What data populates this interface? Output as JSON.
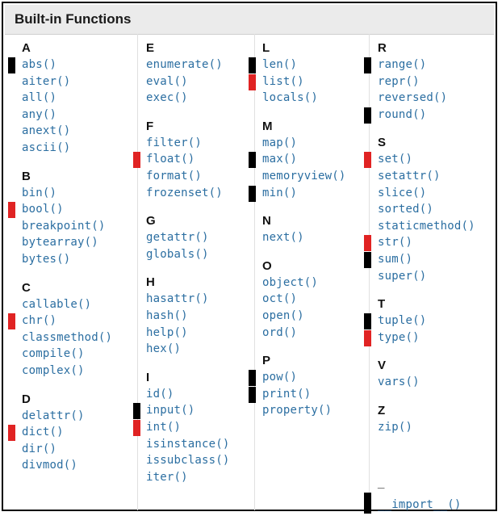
{
  "header": {
    "title": "Built-in Functions"
  },
  "colors": {
    "link": "#2b6ea1",
    "black_marker": "#000000",
    "red_marker": "#e02323"
  },
  "columns": [
    {
      "sections": [
        {
          "letter": "A",
          "items": [
            {
              "name": "abs()",
              "marker": "black"
            },
            {
              "name": "aiter()"
            },
            {
              "name": "all()"
            },
            {
              "name": "any()"
            },
            {
              "name": "anext()"
            },
            {
              "name": "ascii()"
            }
          ]
        },
        {
          "letter": "B",
          "items": [
            {
              "name": "bin()"
            },
            {
              "name": "bool()",
              "marker": "red"
            },
            {
              "name": "breakpoint()"
            },
            {
              "name": "bytearray()"
            },
            {
              "name": "bytes()"
            }
          ]
        },
        {
          "letter": "C",
          "items": [
            {
              "name": "callable()"
            },
            {
              "name": "chr()",
              "marker": "red"
            },
            {
              "name": "classmethod()"
            },
            {
              "name": "compile()"
            },
            {
              "name": "complex()"
            }
          ]
        },
        {
          "letter": "D",
          "items": [
            {
              "name": "delattr()"
            },
            {
              "name": "dict()",
              "marker": "red"
            },
            {
              "name": "dir()"
            },
            {
              "name": "divmod()"
            }
          ]
        }
      ]
    },
    {
      "sections": [
        {
          "letter": "E",
          "items": [
            {
              "name": "enumerate()"
            },
            {
              "name": "eval()"
            },
            {
              "name": "exec()"
            }
          ]
        },
        {
          "letter": "F",
          "items": [
            {
              "name": "filter()"
            },
            {
              "name": "float()",
              "marker": "red"
            },
            {
              "name": "format()"
            },
            {
              "name": "frozenset()"
            }
          ]
        },
        {
          "letter": "G",
          "items": [
            {
              "name": "getattr()"
            },
            {
              "name": "globals()"
            }
          ]
        },
        {
          "letter": "H",
          "items": [
            {
              "name": "hasattr()"
            },
            {
              "name": "hash()"
            },
            {
              "name": "help()"
            },
            {
              "name": "hex()"
            }
          ]
        },
        {
          "letter": "I",
          "items": [
            {
              "name": "id()"
            },
            {
              "name": "input()",
              "marker": "black"
            },
            {
              "name": "int()",
              "marker": "red"
            },
            {
              "name": "isinstance()"
            },
            {
              "name": "issubclass()"
            },
            {
              "name": "iter()"
            }
          ]
        }
      ]
    },
    {
      "sections": [
        {
          "letter": "L",
          "items": [
            {
              "name": "len()",
              "marker": "black"
            },
            {
              "name": "list()",
              "marker": "red"
            },
            {
              "name": "locals()"
            }
          ]
        },
        {
          "letter": "M",
          "items": [
            {
              "name": "map()"
            },
            {
              "name": "max()",
              "marker": "black"
            },
            {
              "name": "memoryview()"
            },
            {
              "name": "min()",
              "marker": "black"
            }
          ]
        },
        {
          "letter": "N",
          "items": [
            {
              "name": "next()"
            }
          ]
        },
        {
          "letter": "O",
          "items": [
            {
              "name": "object()"
            },
            {
              "name": "oct()"
            },
            {
              "name": "open()"
            },
            {
              "name": "ord()"
            }
          ]
        },
        {
          "letter": "P",
          "items": [
            {
              "name": "pow()",
              "marker": "black"
            },
            {
              "name": "print()",
              "marker": "black"
            },
            {
              "name": "property()"
            }
          ]
        }
      ]
    },
    {
      "sections": [
        {
          "letter": "R",
          "items": [
            {
              "name": "range()",
              "marker": "black"
            },
            {
              "name": "repr()"
            },
            {
              "name": "reversed()"
            },
            {
              "name": "round()",
              "marker": "black"
            }
          ]
        },
        {
          "letter": "S",
          "items": [
            {
              "name": "set()",
              "marker": "red"
            },
            {
              "name": "setattr()"
            },
            {
              "name": "slice()"
            },
            {
              "name": "sorted()"
            },
            {
              "name": "staticmethod()"
            },
            {
              "name": "str()",
              "marker": "red"
            },
            {
              "name": "sum()",
              "marker": "black"
            },
            {
              "name": "super()"
            }
          ]
        },
        {
          "letter": "T",
          "items": [
            {
              "name": "tuple()",
              "marker": "black"
            },
            {
              "name": "type()",
              "marker": "red"
            }
          ]
        },
        {
          "letter": "V",
          "items": [
            {
              "name": "vars()"
            }
          ]
        },
        {
          "letter": "Z",
          "items": [
            {
              "name": "zip()"
            }
          ]
        },
        {
          "letter": "_",
          "items": [
            {
              "name": "__import__()",
              "marker": "black"
            }
          ]
        }
      ]
    }
  ]
}
